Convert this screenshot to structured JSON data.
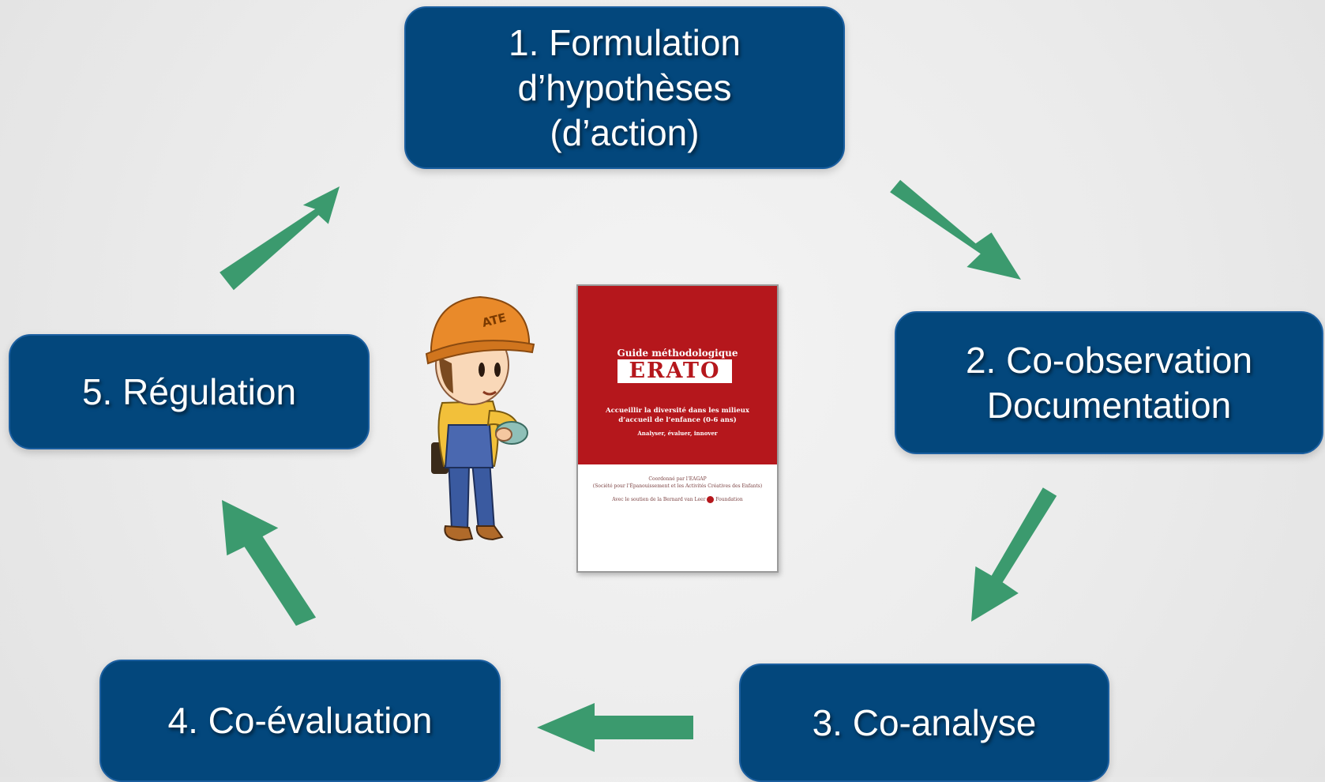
{
  "steps": [
    {
      "lines": [
        "1. Formulation",
        "d’hypothèses",
        "(d’action)"
      ]
    },
    {
      "lines": [
        "2. Co-observation",
        "Documentation"
      ]
    },
    {
      "lines": [
        "3. Co-analyse"
      ]
    },
    {
      "lines": [
        "4. Co-évaluation"
      ]
    },
    {
      "lines": [
        "5. Régulation"
      ]
    }
  ],
  "book": {
    "guide": "Guide méthodologique",
    "title": "ERATO",
    "subtitle_1": "Accueillir la diversité dans les milieux",
    "subtitle_2": "d’accueil de l’enfance (0-6 ans)",
    "tagline": "Analyser, évaluer, innover",
    "coordination_1": "Coordonné par l’EAGAP",
    "coordination_2": "(Société pour l’Épanouissement et les Activités Créatives des Enfants)",
    "support": "Avec le soutien de la Bernard van Leer",
    "foundation": "Foundation"
  },
  "mascot": {
    "helmet_text": "ATE"
  },
  "colors": {
    "box_fill": "#03477c",
    "box_border": "#1b5fa0",
    "arrow": "#3b9a6e",
    "book_red": "#b5171c"
  },
  "icons": [
    "arrow-right-down-icon",
    "arrow-left-down-icon",
    "arrow-left-icon",
    "arrow-left-up-icon",
    "arrow-right-up-icon"
  ]
}
